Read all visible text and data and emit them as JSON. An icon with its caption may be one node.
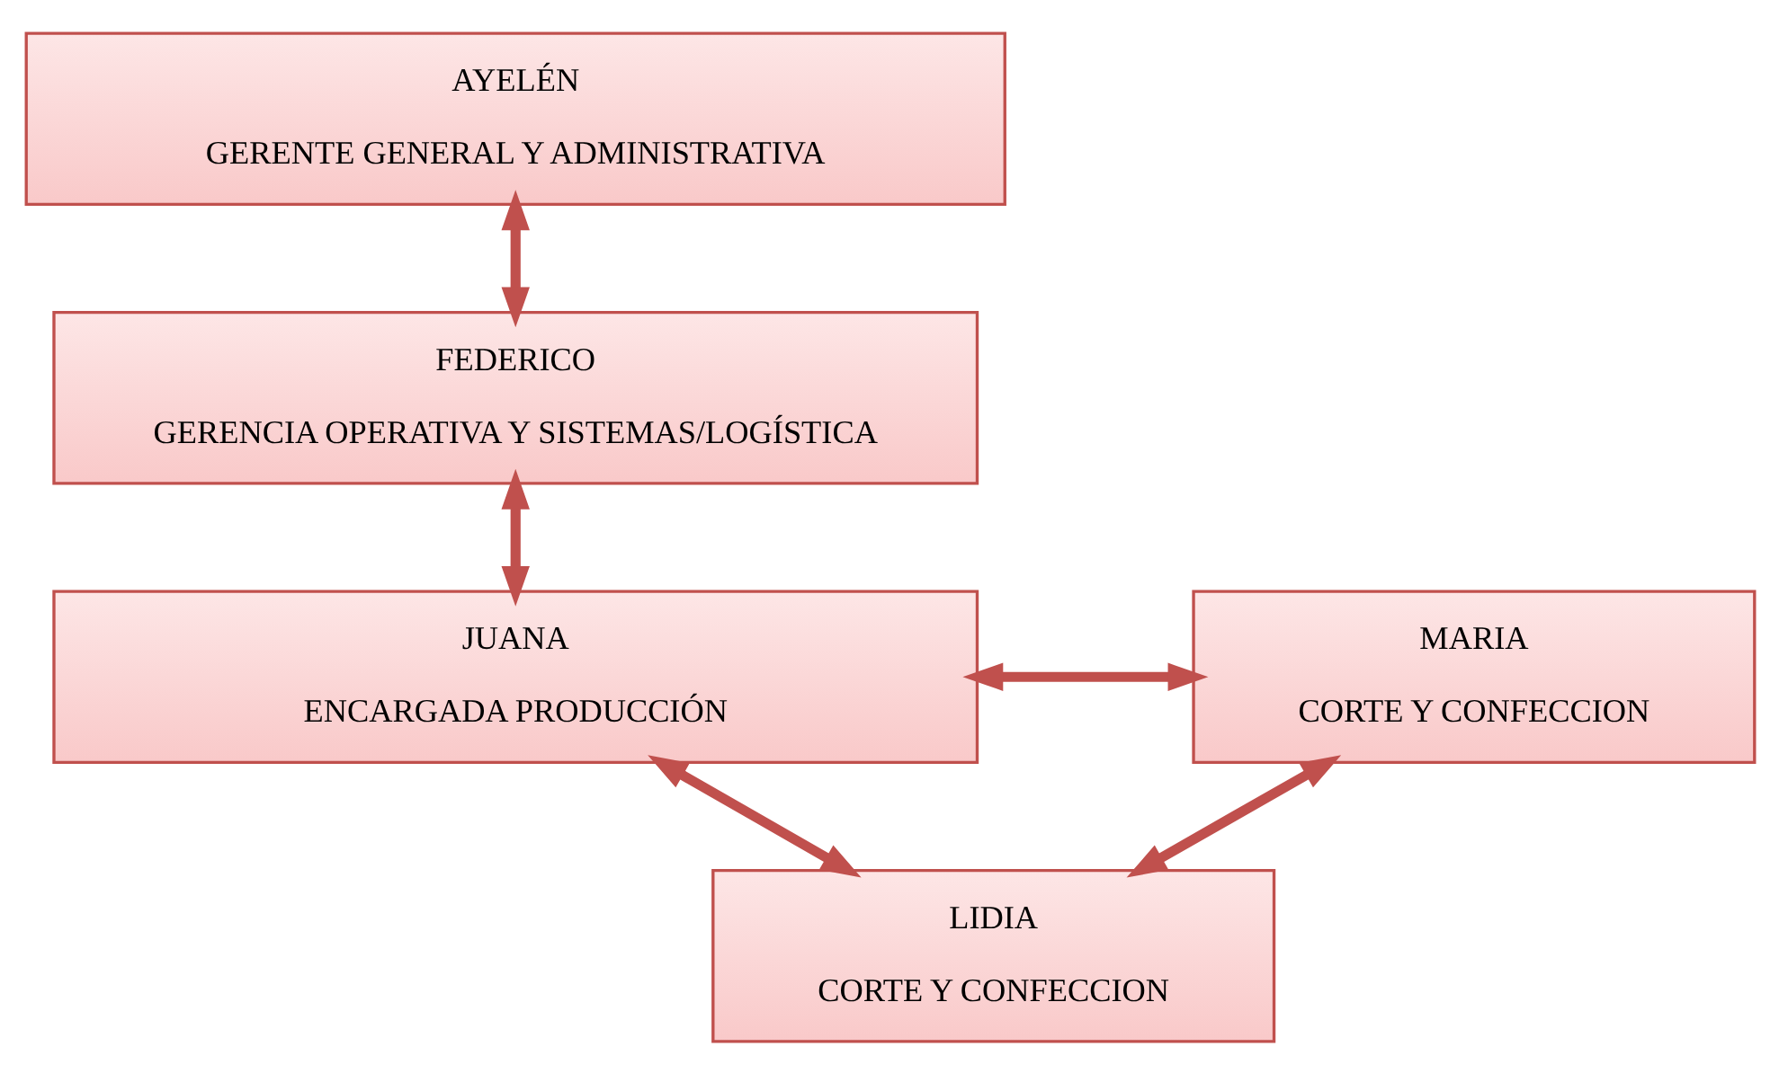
{
  "diagram": {
    "nodes": [
      {
        "text": [
          "AYELÉN",
          "GERENTE GENERAL Y ADMINISTRATIVA"
        ]
      },
      {
        "text": [
          "FEDERICO",
          "GERENCIA OPERATIVA Y SISTEMAS/LOGÍSTICA"
        ]
      },
      {
        "text": [
          "JUANA",
          "ENCARGADA PRODUCCIÓN"
        ]
      },
      {
        "text": [
          "MARIA",
          "CORTE Y CONFECCION"
        ]
      },
      {
        "text": [
          "LIDIA",
          "CORTE Y CONFECCION"
        ]
      }
    ],
    "edges": [
      {
        "from": 0,
        "to": 1,
        "arrow": "both"
      },
      {
        "from": 1,
        "to": 2,
        "arrow": "both"
      },
      {
        "from": 2,
        "to": 3,
        "arrow": "both"
      },
      {
        "from": 3,
        "to": 4,
        "arrow": "both"
      },
      {
        "from": 2,
        "to": 4,
        "arrow": "both"
      }
    ]
  }
}
